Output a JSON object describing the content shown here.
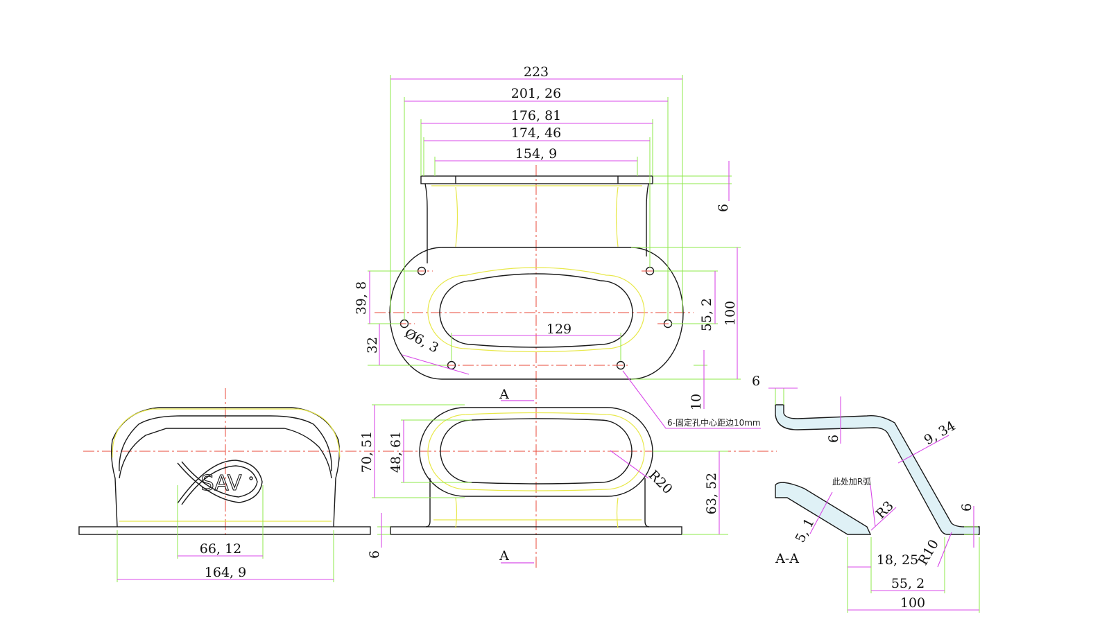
{
  "colors": {
    "object": "#1a1a1a",
    "hidden": "#e8e84a",
    "extension": "#8ee84a",
    "dimension": "#d84ae8",
    "center": "#e84a3a",
    "hatch": "#dff1f6"
  },
  "top_view": {
    "dim_223": "223",
    "dim_201_26": "201, 26",
    "dim_176_81": "176, 81",
    "dim_174_46": "174, 46",
    "dim_154_9": "154, 9",
    "dim_6": "6",
    "dim_100": "100",
    "dim_55_2": "55, 2",
    "dim_39_8": "39, 8",
    "dim_32": "32",
    "dim_129": "129",
    "dim_hole": "Ø6, 3",
    "dim_10": "10",
    "note_holes": "6-固定孔中心距边10mm"
  },
  "side_view": {
    "logo": "SAV",
    "dim_66_12": "66, 12",
    "dim_164_9": "164, 9"
  },
  "front_view": {
    "section_mark_top": "A",
    "section_mark_bottom": "A",
    "dim_70_51": "70, 51",
    "dim_48_61": "48, 61",
    "dim_r20": "R20",
    "dim_63_52": "63, 52",
    "dim_6": "6"
  },
  "section_view": {
    "label": "A-A",
    "dim_6_top": "6",
    "dim_6_mid": "6",
    "dim_9_34": "9, 34",
    "note_r": "此处加R弧",
    "dim_r3": "R3",
    "dim_5_1": "5, 1",
    "dim_6_right": "6",
    "dim_r10": "R10",
    "dim_18_25": "18, 25",
    "dim_55_2": "55, 2",
    "dim_100": "100"
  }
}
